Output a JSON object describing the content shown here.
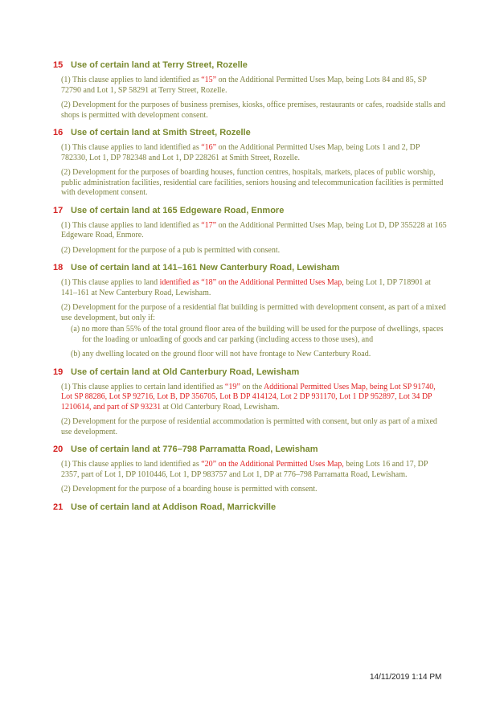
{
  "sections": [
    {
      "num": "15",
      "title": "Use of certain land at Terry Street, Rozelle",
      "p1_pre": "(1)  This clause applies to land identified as ",
      "p1_quote": "“15”",
      "p1_post": " on the Additional Permitted Uses Map, being Lots 84 and 85, SP 72790 and Lot 1, SP 58291 at Terry Street, Rozelle.",
      "p2": "(2)  Development for the purposes of business premises, kiosks, office premises, restaurants or cafes, roadside stalls and shops is permitted with development consent."
    },
    {
      "num": "16",
      "title": "Use of certain land at Smith Street, Rozelle",
      "p1_pre": "(1)  This clause applies to land identified as ",
      "p1_quote": "“16”",
      "p1_post": " on the Additional Permitted Uses Map, being Lots 1 and 2, DP 782330, Lot 1, DP 782348 and Lot 1, DP 228261 at Smith Street, Rozelle.",
      "p2": "(2)  Development for the purposes of boarding houses, function centres, hospitals, markets, places of public worship, public administration facilities, residential care facilities, seniors housing and telecommunication facilities is permitted with development consent."
    },
    {
      "num": "17",
      "title": "Use of certain land at 165 Edgeware Road, Enmore",
      "p1_pre": "(1)  This clause applies to land identified as ",
      "p1_quote": "“17”",
      "p1_post": " on the Additional Permitted Uses Map, being Lot D, DP 355228 at 165 Edgeware Road, Enmore.",
      "p2": "(2)  Development for the purpose of a pub is permitted with consent."
    },
    {
      "num": "18",
      "title": "Use of certain land at 141–161 New Canterbury Road, Lewisham",
      "p1_pre": "(1)  This clause applies to land ",
      "p1_red": "identified as “18” on the Additional Permitted Uses Map,",
      "p1_post": " being Lot 1, DP 718901 at 141–161 at New Canterbury Road, Lewisham.",
      "p2": "(2)  Development for the purpose of a residential flat building is permitted with development consent, as part of a mixed use development, but only if:",
      "a": "(a)  no more than 55% of the total ground floor area of the building will be used for the purpose of dwellings, spaces for the loading or unloading of goods and car parking (including access to those uses), and",
      "b": "(b)  any dwelling located on the ground floor will not have frontage to New Canterbury Road."
    },
    {
      "num": "19",
      "title": "Use of certain land at Old Canterbury Road, Lewisham",
      "p1_pre": "(1)  This clause applies to certain land identified as ",
      "p1_quote": "“19”",
      "p1_mid": " on the ",
      "p1_red": "Additional Permitted Uses Map, being Lot SP 91740, Lot SP 88286, Lot SP 92716, Lot B, DP 356705, Lot B DP 414124, Lot 2 DP 931170, Lot 1 DP 952897, Lot 34 DP 1210614, and part of SP 93231",
      "p1_post": " at Old Canterbury Road, Lewisham.",
      "p2": "(2)  Development for the purpose of residential accommodation is permitted with consent, but only as part of a mixed use development."
    },
    {
      "num": "20",
      "title": "Use of certain land at 776–798 Parramatta Road, Lewisham",
      "p1_pre": "(1)  This clause applies to land identified as ",
      "p1_red": "“20” on the Additional Permitted Uses Map,",
      "p1_post": " being Lots 16 and 17, DP 2357, part of Lot 1, DP 1010446, Lot 1, DP 983757 and Lot 1, DP at 776–798 Parramatta Road, Lewisham.",
      "p2": "(2)  Development for the purpose of a boarding house is permitted with consent."
    },
    {
      "num": "21",
      "title": "Use of certain land at Addison Road, Marrickville"
    }
  ],
  "footer": {
    "timestamp": "14/11/2019 1:14 PM"
  },
  "colors": {
    "heading": "#7a8a2f",
    "number": "#d52020",
    "body": "#7d8240",
    "highlight": "#e02020"
  }
}
